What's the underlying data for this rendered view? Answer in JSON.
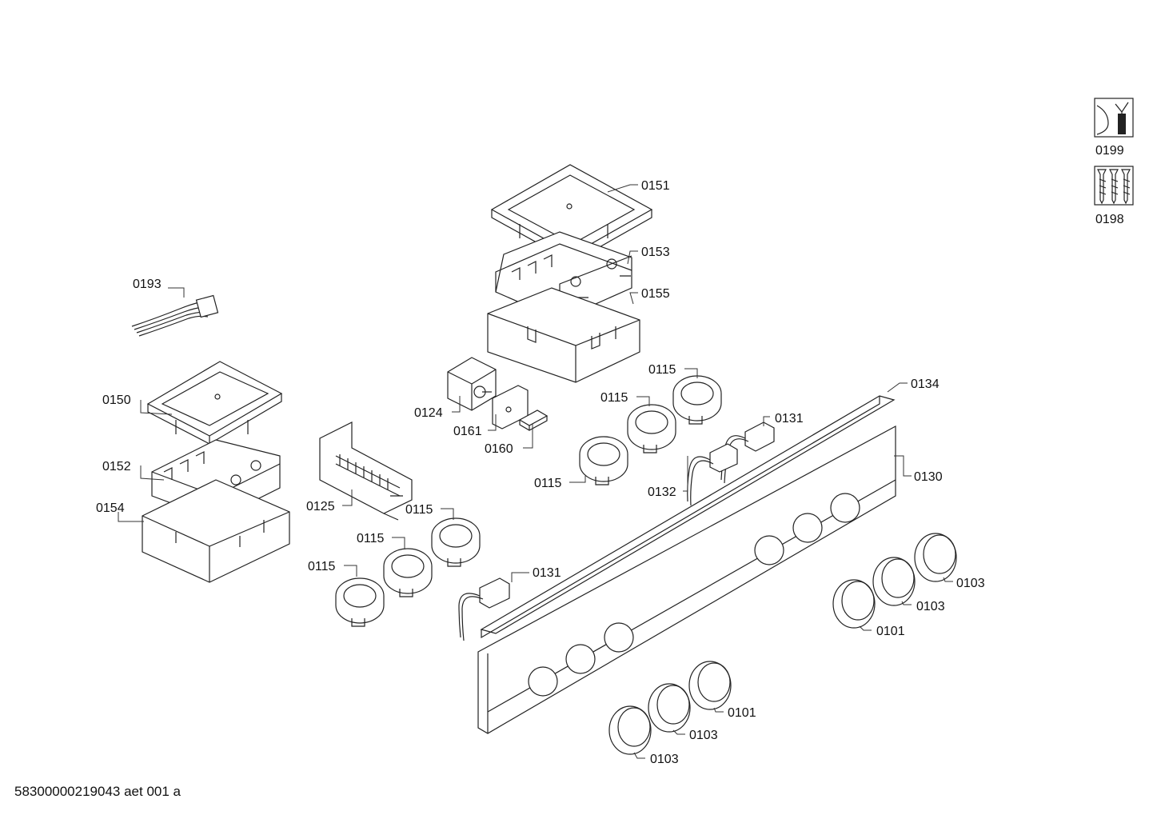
{
  "document_id": "58300000219043 aet 001 a",
  "icons": [
    {
      "name": "tool-wrench-icon",
      "label": "0199"
    },
    {
      "name": "screws-icon",
      "label": "0198"
    }
  ],
  "parts": [
    {
      "id": "p0151",
      "label": "0151"
    },
    {
      "id": "p0153",
      "label": "0153"
    },
    {
      "id": "p0155",
      "label": "0155"
    },
    {
      "id": "p0193",
      "label": "0193"
    },
    {
      "id": "p0150",
      "label": "0150"
    },
    {
      "id": "p0152",
      "label": "0152"
    },
    {
      "id": "p0154",
      "label": "0154"
    },
    {
      "id": "p0124",
      "label": "0124"
    },
    {
      "id": "p0161",
      "label": "0161"
    },
    {
      "id": "p0160",
      "label": "0160"
    },
    {
      "id": "p0125",
      "label": "0125"
    },
    {
      "id": "p0115a",
      "label": "0115"
    },
    {
      "id": "p0115b",
      "label": "0115"
    },
    {
      "id": "p0115c",
      "label": "0115"
    },
    {
      "id": "p0115d",
      "label": "0115"
    },
    {
      "id": "p0115e",
      "label": "0115"
    },
    {
      "id": "p0115f",
      "label": "0115"
    },
    {
      "id": "p0134",
      "label": "0134"
    },
    {
      "id": "p0131a",
      "label": "0131"
    },
    {
      "id": "p0131b",
      "label": "0131"
    },
    {
      "id": "p0132",
      "label": "0132"
    },
    {
      "id": "p0130",
      "label": "0130"
    },
    {
      "id": "p0103a",
      "label": "0103"
    },
    {
      "id": "p0103b",
      "label": "0103"
    },
    {
      "id": "p0101a",
      "label": "0101"
    },
    {
      "id": "p0101b",
      "label": "0101"
    },
    {
      "id": "p0103c",
      "label": "0103"
    },
    {
      "id": "p0103d",
      "label": "0103"
    }
  ]
}
